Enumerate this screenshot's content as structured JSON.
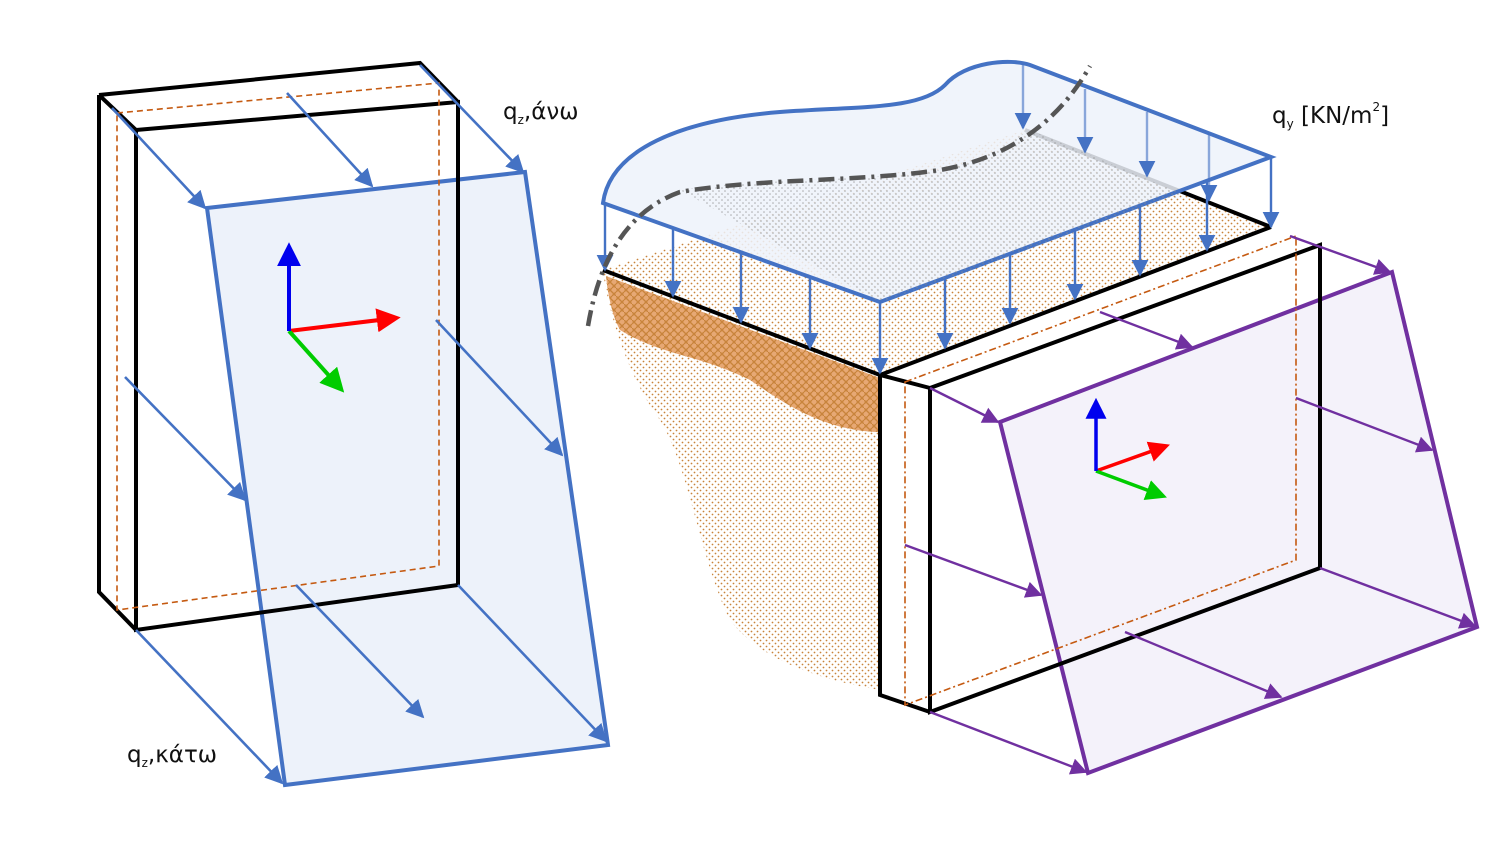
{
  "labels": {
    "qz_top": {
      "symbol": "q",
      "sub": "z",
      "text": ",άνω"
    },
    "qz_bottom": {
      "symbol": "q",
      "sub": "z",
      "text": ",κάτω"
    },
    "qy": {
      "symbol": "q",
      "sub": "y",
      "text": " [KN/m",
      "sup": "2",
      "tail": "]"
    }
  },
  "colors": {
    "outline": "#000000",
    "load_blue": "#4472c4",
    "load_fill": "#edf2fa",
    "load_purple": "#7030a0",
    "purple_fill": "#f4f2fa",
    "dashed_orange": "#c55a11",
    "soil": "#c8843c",
    "axis_x": "#ff0000",
    "axis_y": "#00cc00",
    "axis_z": "#0000ee",
    "boundary": "#555555"
  }
}
